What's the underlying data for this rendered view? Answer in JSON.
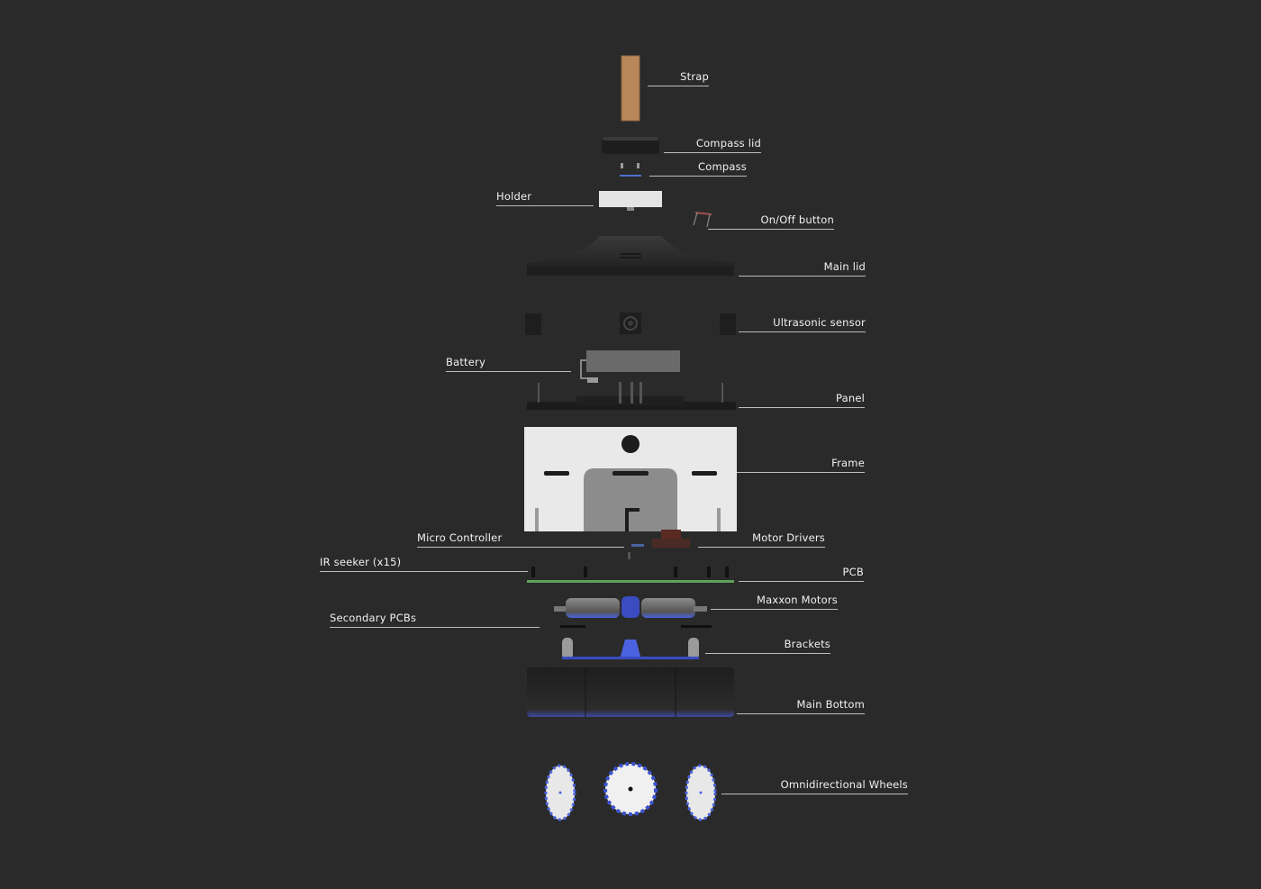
{
  "labels": {
    "strap": "Strap",
    "compass_lid": "Compass lid",
    "compass": "Compass",
    "holder": "Holder",
    "on_off_button": "On/Off button",
    "main_lid": "Main lid",
    "ultrasonic_sensor": "Ultrasonic sensor",
    "battery": "Battery",
    "panel": "Panel",
    "frame": "Frame",
    "micro_controller": "Micro Controller",
    "motor_drivers": "Motor Drivers",
    "ir_seeker": "IR seeker (x15)",
    "pcb": "PCB",
    "maxxon_motors": "Maxxon Motors",
    "secondary_pcbs": "Secondary PCBs",
    "brackets": "Brackets",
    "main_bottom": "Main Bottom",
    "omni_wheels": "Omnidirectional Wheels"
  },
  "colors": {
    "background": "#2a2a2a",
    "accent_blue": "#4a62e0",
    "pcb_green": "#5fa05a",
    "strap": "#b8875a"
  }
}
